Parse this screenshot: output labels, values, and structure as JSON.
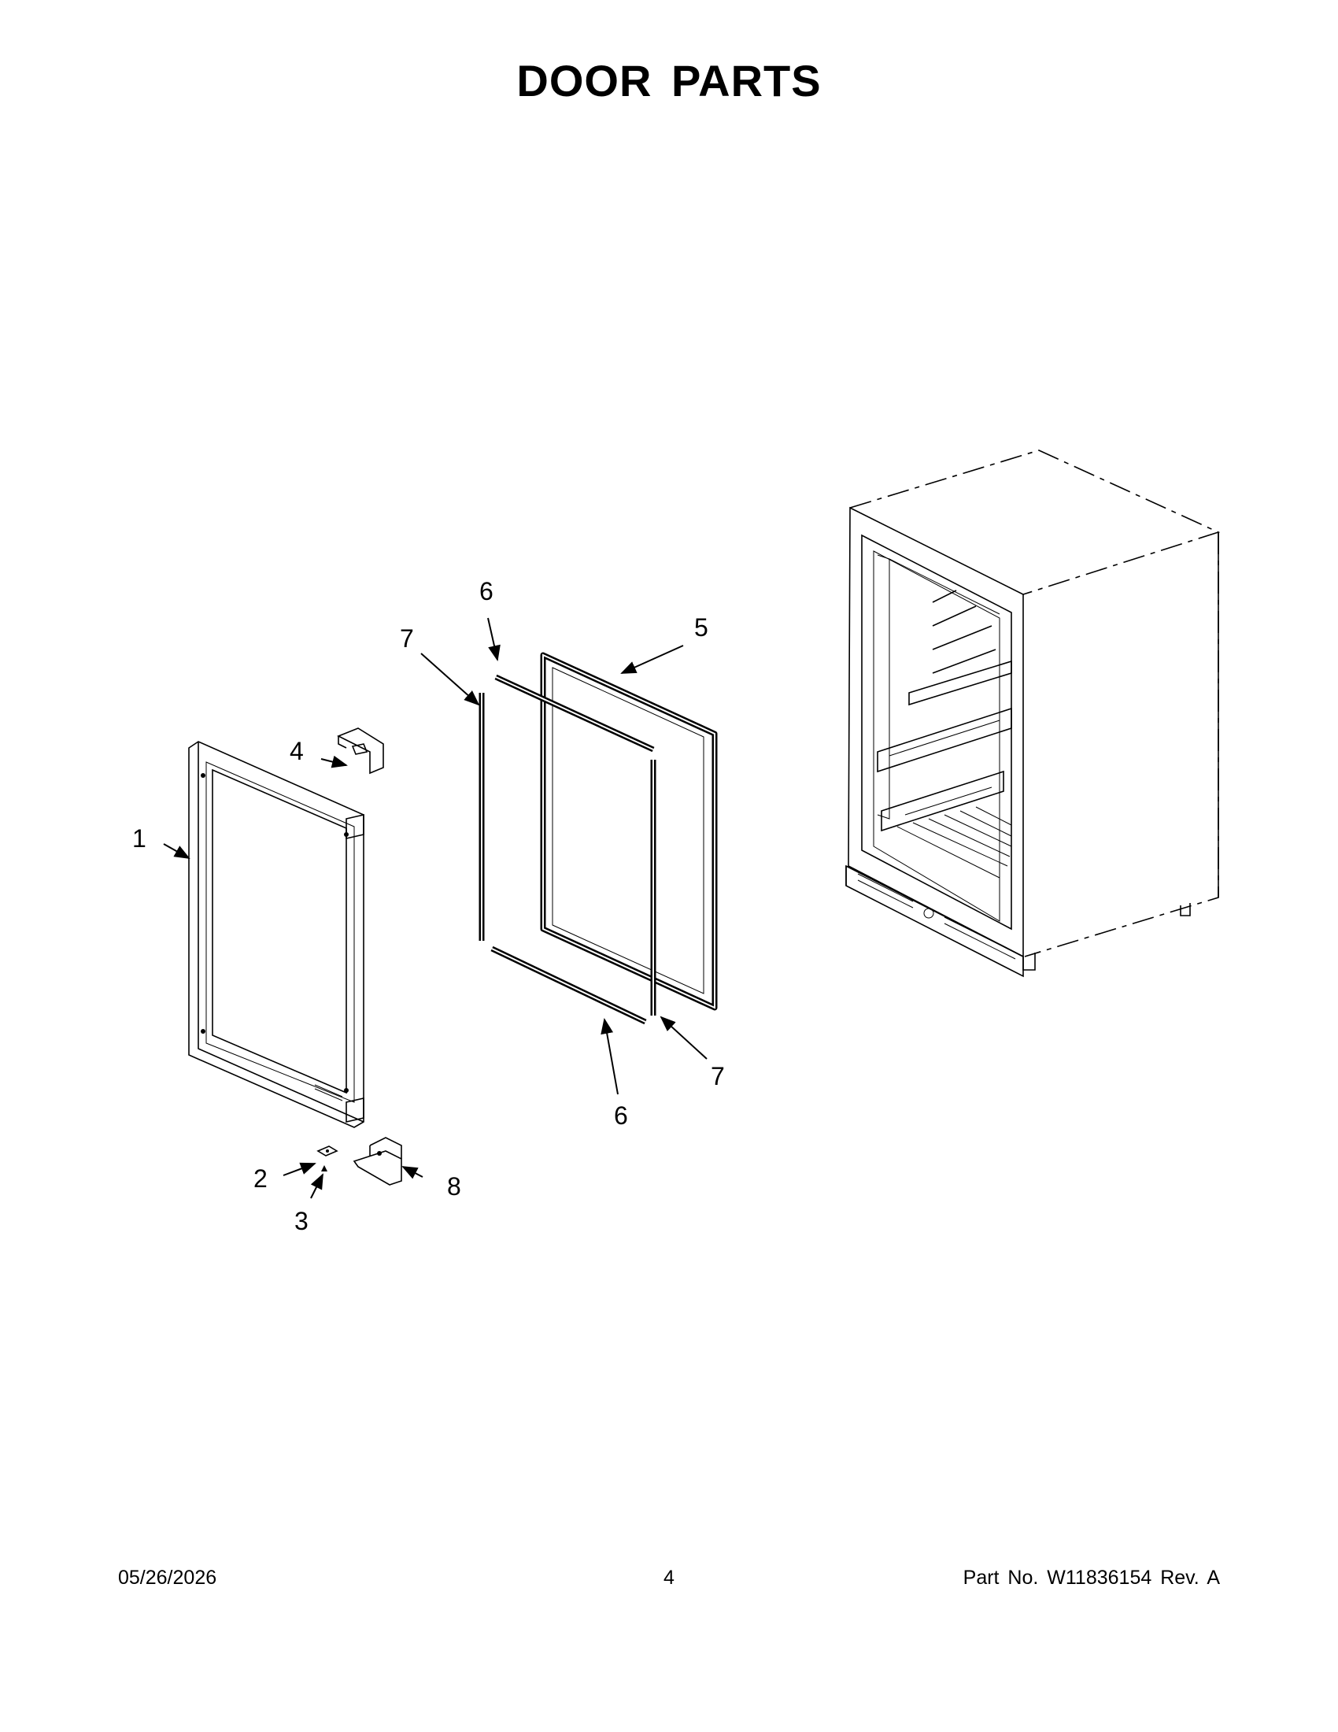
{
  "title": "DOOR PARTS",
  "callouts": [
    "1",
    "2",
    "3",
    "4",
    "5",
    "6",
    "7",
    "6",
    "7",
    "8"
  ],
  "footer": {
    "date": "05/26/2026",
    "page": "4",
    "part": "Part No.  W11836154  Rev.  A"
  }
}
